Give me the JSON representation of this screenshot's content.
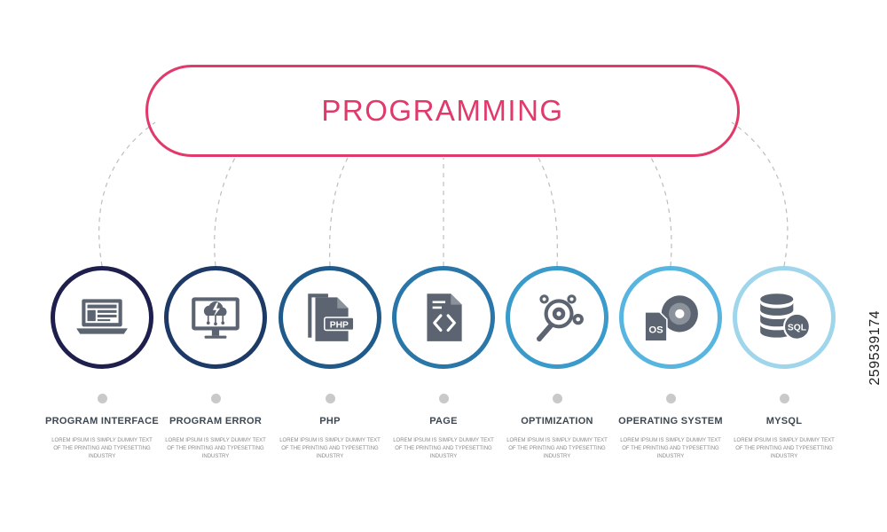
{
  "title": "PROGRAMMING",
  "colors": {
    "title_accent": "#e2396b",
    "icon_fill": "#5b6470",
    "dot": "#c9c9c9",
    "label": "#3d4852"
  },
  "steps": [
    {
      "label": "PROGRAM INTERFACE",
      "desc": "LOREM IPSUM IS SIMPLY DUMMY TEXT OF THE PRINTING AND TYPESETTING INDUSTRY",
      "icon": "laptop-interface-icon",
      "ring_color": "#1f1f4d"
    },
    {
      "label": "PROGRAM ERROR",
      "desc": "LOREM IPSUM IS SIMPLY DUMMY TEXT OF THE PRINTING AND TYPESETTING INDUSTRY",
      "icon": "monitor-cloud-error-icon",
      "ring_color": "#1d3a66"
    },
    {
      "label": "PHP",
      "desc": "LOREM IPSUM IS SIMPLY DUMMY TEXT OF THE PRINTING AND TYPESETTING INDUSTRY",
      "icon": "php-file-icon",
      "icon_text": "PHP",
      "ring_color": "#1f5a8a"
    },
    {
      "label": "PAGE",
      "desc": "LOREM IPSUM IS SIMPLY DUMMY TEXT OF THE PRINTING AND TYPESETTING INDUSTRY",
      "icon": "code-file-icon",
      "ring_color": "#2a76a8"
    },
    {
      "label": "OPTIMIZATION",
      "desc": "LOREM IPSUM IS SIMPLY DUMMY TEXT OF THE PRINTING AND TYPESETTING INDUSTRY",
      "icon": "magnifier-gears-icon",
      "ring_color": "#3a9ac9"
    },
    {
      "label": "OPERATING SYSTEM",
      "desc": "LOREM IPSUM IS SIMPLY DUMMY TEXT OF THE PRINTING AND TYPESETTING INDUSTRY",
      "icon": "os-disc-icon",
      "icon_text": "OS",
      "ring_color": "#57b5df"
    },
    {
      "label": "MYSQL",
      "desc": "LOREM IPSUM IS SIMPLY DUMMY TEXT OF THE PRINTING AND TYPESETTING INDUSTRY",
      "icon": "database-sql-icon",
      "icon_text": "SQL",
      "ring_color": "#9fd6ec"
    }
  ],
  "watermark": "259539174"
}
